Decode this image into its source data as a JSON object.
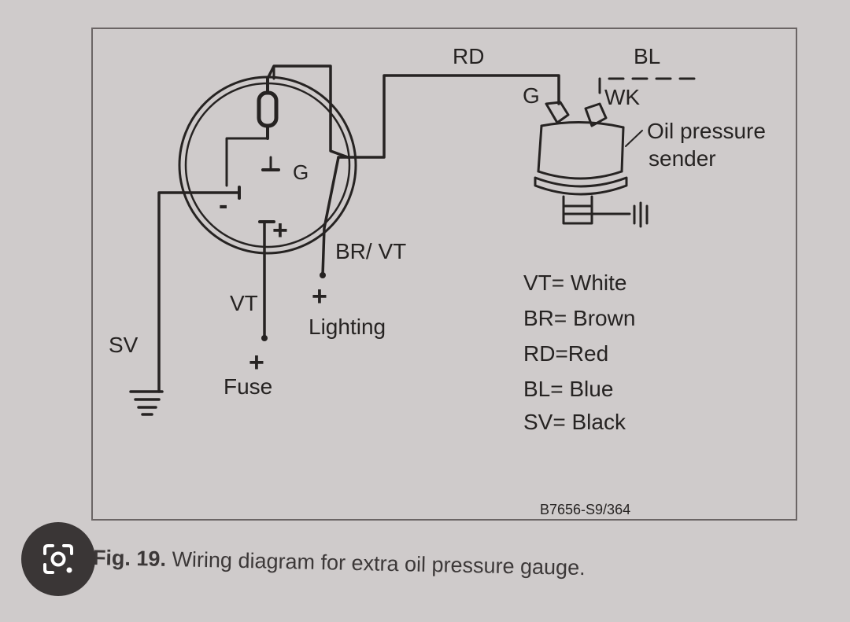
{
  "labels": {
    "rd": "RD",
    "bl": "BL",
    "g_sender": "G",
    "wk": "WK",
    "sender_line1": "Oil pressure",
    "sender_line2": "sender",
    "g_gauge": "G",
    "minus": "-",
    "plus_gauge": "+",
    "br_vt": "BR/ VT",
    "vt": "VT",
    "plus_lighting": "+",
    "lighting": "Lighting",
    "sv": "SV",
    "plus_fuse": "+",
    "fuse": "Fuse"
  },
  "legend": [
    "VT= White",
    "BR= Brown",
    "RD=Red",
    "BL= Blue",
    "SV= Black"
  ],
  "part_number": "B7656-S9/364",
  "caption": {
    "fig": "Fig. 19.",
    "text": " Wiring diagram for extra oil pressure gauge."
  },
  "icons": {
    "lens_button": "google-lens-icon"
  },
  "colors": {
    "paper": "#cfcbcb",
    "ink": "#262322",
    "lens_bg": "#3a3636"
  }
}
